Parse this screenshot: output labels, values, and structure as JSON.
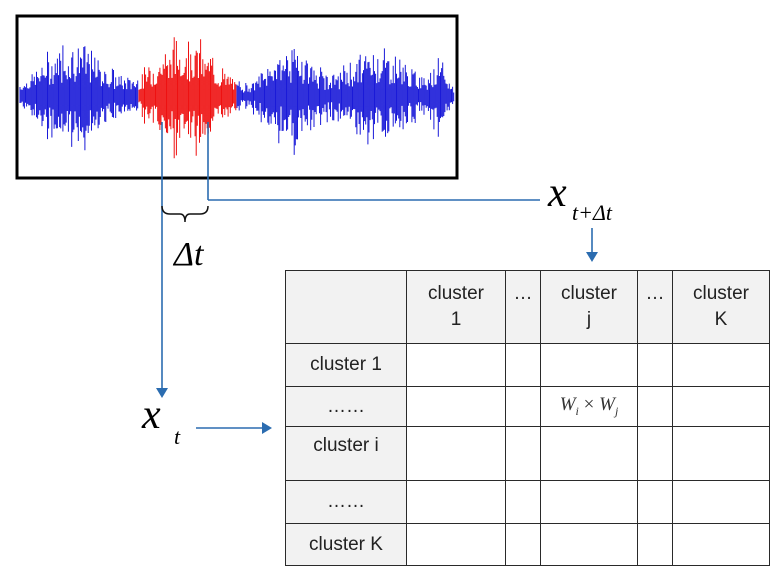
{
  "signal": {
    "colors": {
      "signal": "#1a1ad8",
      "window": "#ee1111",
      "frame": "#000000",
      "arrow": "#2b6cb0"
    }
  },
  "labels": {
    "delta_t": "Δt",
    "x_t_base": "x",
    "x_t_sub": "t",
    "x_tdt_base": "x",
    "x_tdt_sub": "t+Δt"
  },
  "matrix": {
    "columns": [
      {
        "line1": "cluster",
        "line2": "1"
      },
      {
        "line1": "…",
        "line2": ""
      },
      {
        "line1": "cluster",
        "line2": "j"
      },
      {
        "line1": "…",
        "line2": ""
      },
      {
        "line1": "cluster",
        "line2": "K"
      }
    ],
    "rows": [
      "cluster 1",
      "……",
      "cluster i",
      "……",
      "cluster K"
    ],
    "cell_formula": {
      "w1": "W",
      "i": "i",
      "times": "×",
      "w2": "W",
      "j": "j"
    }
  }
}
